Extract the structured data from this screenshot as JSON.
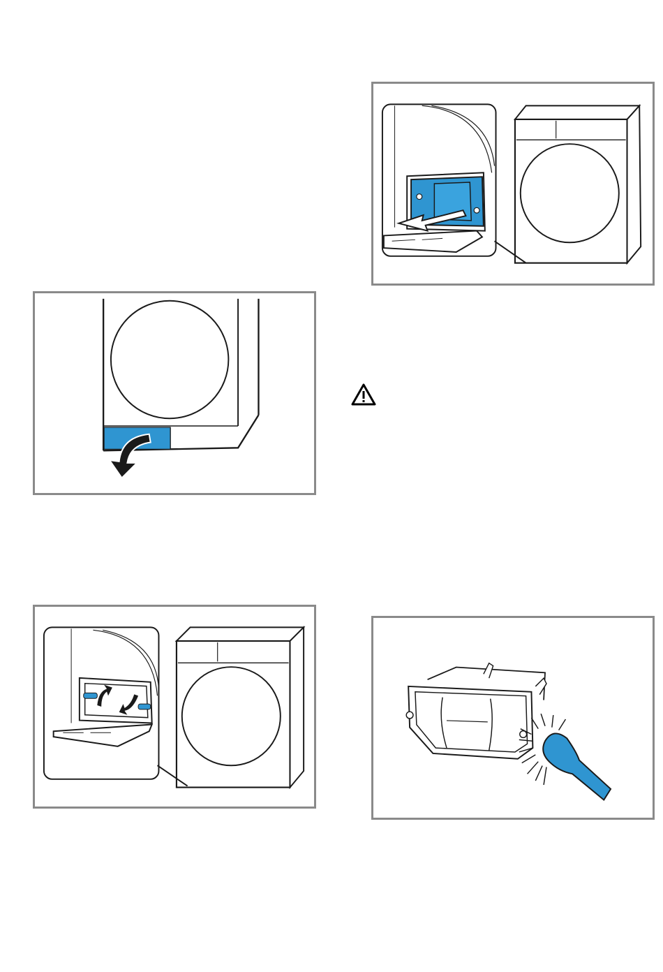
{
  "page": {
    "background": "#ffffff"
  },
  "colors": {
    "accent_blue": "#2f95d1",
    "line": "#1a1a1a",
    "frame": "#8a8a8a"
  },
  "illustrations": [
    {
      "id": "filter-pull",
      "icon": "dryer-fluff-filter-pull-out-illustration"
    },
    {
      "id": "flap-open",
      "icon": "dryer-maintenance-flap-open-illustration"
    },
    {
      "id": "filter-locks",
      "icon": "dryer-filter-locking-levers-illustration"
    },
    {
      "id": "filter-clean",
      "icon": "filter-cleaning-brush-illustration"
    }
  ],
  "warning": {
    "icon": "warning-triangle-icon"
  }
}
